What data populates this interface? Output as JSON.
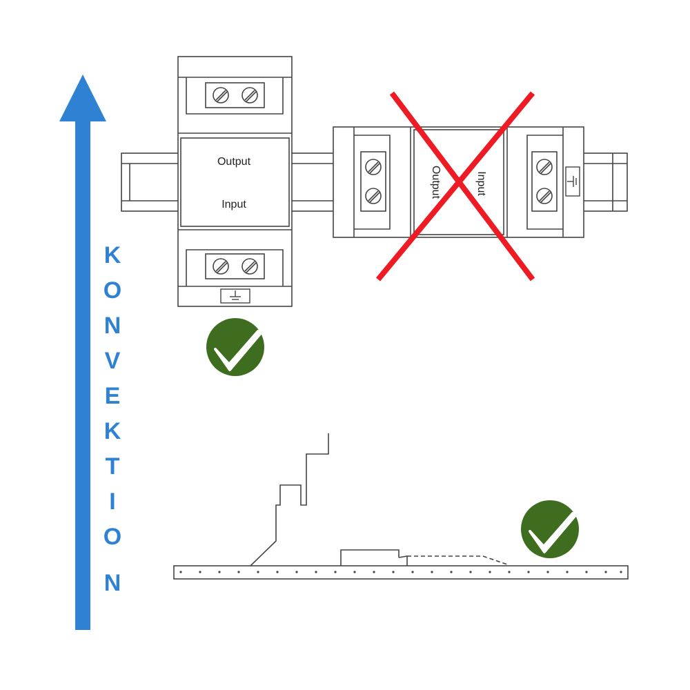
{
  "arrow": {
    "label_letters": [
      "K",
      "O",
      "N",
      "V",
      "E",
      "K",
      "T",
      "I",
      "O",
      "N"
    ],
    "color": "#2f82d3"
  },
  "module_vertical": {
    "label_output": "Output",
    "label_input": "Input",
    "status": "correct"
  },
  "module_horizontal": {
    "label_output": "Output",
    "label_input": "Input",
    "status": "incorrect"
  },
  "side_view": {
    "status": "correct"
  },
  "colors": {
    "check_fill": "#3f6d1f",
    "cross": "#ee1b24",
    "line": "#444444"
  },
  "icons": {
    "correct": "checkmark-icon",
    "incorrect": "cross-icon",
    "ground": "ground-symbol-icon",
    "screw": "screw-terminal-icon"
  }
}
